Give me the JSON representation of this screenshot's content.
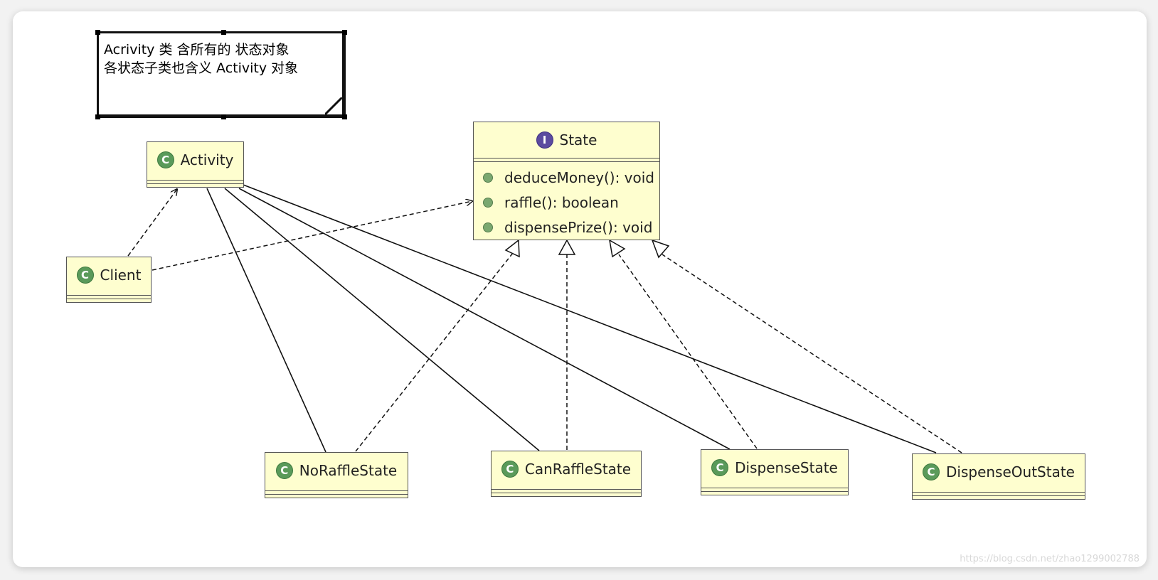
{
  "note": {
    "line1": "Acrivity 类 含所有的 状态对象",
    "line2": "各状态子类也含义 Activity 对象"
  },
  "interface": {
    "stereotype_icon": "I",
    "name": "State",
    "methods": [
      "deduceMoney(): void",
      "raffle(): boolean",
      "dispensePrize(): void"
    ]
  },
  "classes": {
    "class_icon": "C",
    "activity": "Activity",
    "client": "Client",
    "no_raffle": "NoRaffleState",
    "can_raffle": "CanRaffleState",
    "dispense": "DispenseState",
    "dispense_out": "DispenseOutState"
  },
  "relationships": [
    {
      "type": "dependency",
      "from": "Client",
      "to": "Activity"
    },
    {
      "type": "dependency",
      "from": "Client",
      "to": "State"
    },
    {
      "type": "association",
      "from": "Activity",
      "to": "NoRaffleState"
    },
    {
      "type": "association",
      "from": "Activity",
      "to": "CanRaffleState"
    },
    {
      "type": "association",
      "from": "Activity",
      "to": "DispenseState"
    },
    {
      "type": "association",
      "from": "Activity",
      "to": "DispenseOutState"
    },
    {
      "type": "realization",
      "from": "NoRaffleState",
      "to": "State"
    },
    {
      "type": "realization",
      "from": "CanRaffleState",
      "to": "State"
    },
    {
      "type": "realization",
      "from": "DispenseState",
      "to": "State"
    },
    {
      "type": "realization",
      "from": "DispenseOutState",
      "to": "State"
    }
  ],
  "watermark": "https://blog.csdn.net/zhao1299002788",
  "colors": {
    "class_fill": "#fefecf",
    "class_badge": "#5a9a5a",
    "interface_badge": "#5b4a9f",
    "method_dot": "#7aa870"
  }
}
